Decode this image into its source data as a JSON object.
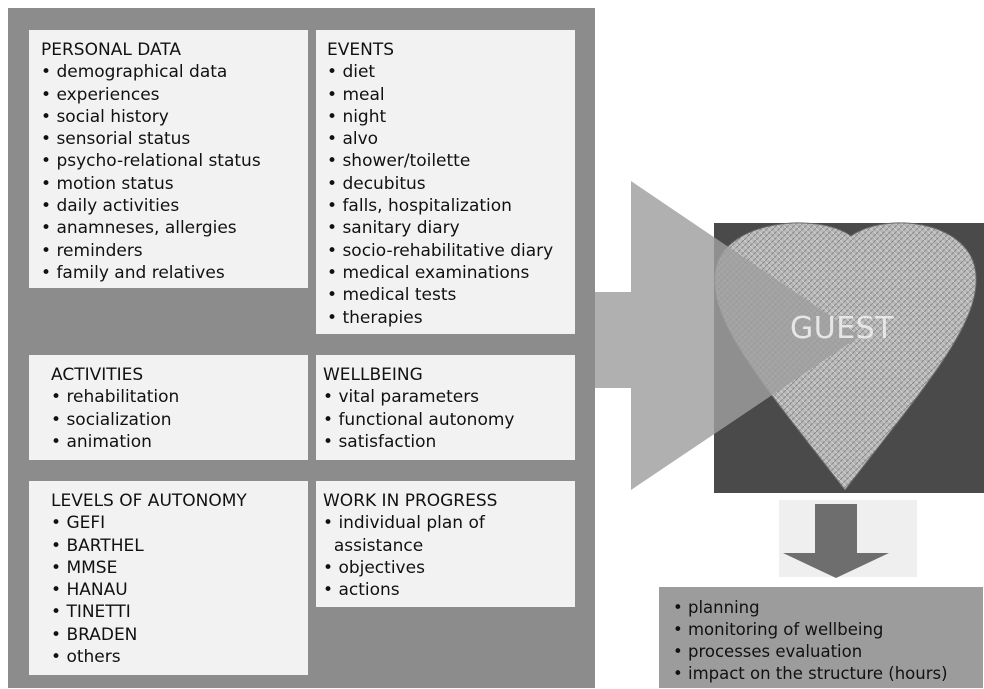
{
  "personal_data": {
    "title": "PERSONAL DATA",
    "items": [
      "demographical data",
      "experiences",
      "social history",
      "sensorial status",
      "psycho-relational status",
      "motion status",
      "daily activities",
      "anamneses, allergies",
      "reminders",
      "family and relatives"
    ]
  },
  "events": {
    "title": "EVENTS",
    "items": [
      "diet",
      "meal",
      "night",
      "alvo",
      "shower/toilette",
      "decubitus",
      "falls, hospitalization",
      "sanitary diary",
      "socio-rehabilitative diary",
      "medical examinations",
      "medical tests",
      "therapies"
    ]
  },
  "activities": {
    "title": "ACTIVITIES",
    "items": [
      "rehabilitation",
      "socialization",
      "animation"
    ]
  },
  "wellbeing": {
    "title": "WELLBEING",
    "items": [
      "vital parameters",
      "functional autonomy",
      "satisfaction"
    ]
  },
  "levels_of_autonomy": {
    "title": "LEVELS OF AUTONOMY",
    "items": [
      "GEFI",
      "BARTHEL",
      "MMSE",
      "HANAU",
      "TINETTI",
      "BRADEN",
      "others"
    ]
  },
  "work_in_progress": {
    "title": "WORK IN PROGRESS",
    "items": [
      "individual plan of",
      "assistance",
      "objectives",
      "actions"
    ]
  },
  "guest": {
    "label": "GUEST"
  },
  "outcomes": {
    "items": [
      "planning",
      "monitoring of wellbeing",
      "processes evaluation",
      "impact on the structure (hours)"
    ]
  },
  "colors": {
    "panel": "#8c8c8c",
    "box": "#f2f2f2",
    "guest_bg": "#4a4a4a",
    "heart": "#b4b4b4",
    "arrow": "#a3a3a3",
    "outcome_bg": "#9c9c9c"
  }
}
